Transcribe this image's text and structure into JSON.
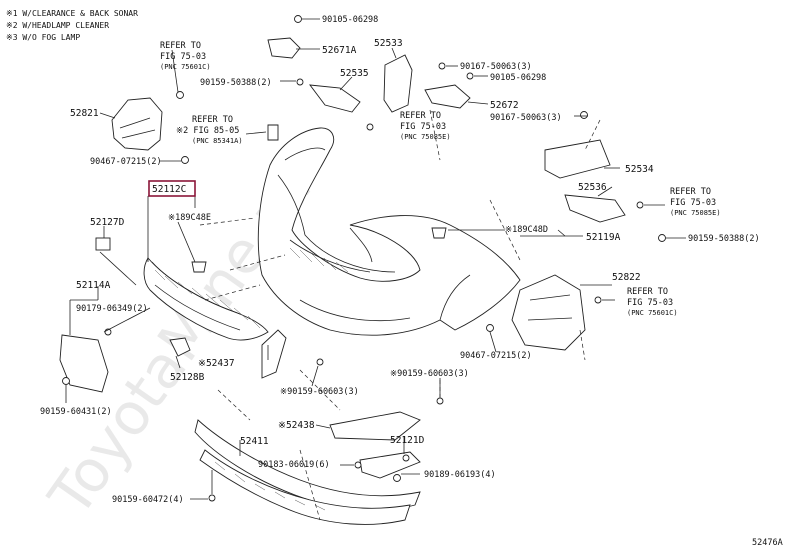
{
  "notes": [
    "※1 W/CLEARANCE & BACK SONAR",
    "※2 W/HEADLAMP CLEANER",
    "※3 W/O FOG LAMP"
  ],
  "watermark": "ToyotaMine.ru",
  "diagram_id": "52476A",
  "parts": {
    "p90105_06298_top": "90105-06298",
    "p52671A": "52671A",
    "p52533": "52533",
    "p90167_50063_3_a": "90167-50063(3)",
    "p90105_06298_b": "90105-06298",
    "p90159_50388_2_a": "90159-50388(2)",
    "p52535": "52535",
    "p52672": "52672",
    "p90167_50063_3_b": "90167-50063(3)",
    "p52821": "52821",
    "p90467_07215_2_a": "90467-07215(2)",
    "p52112C": "52112C",
    "p189C48E": "※189C48E",
    "p52127D": "52127D",
    "p52534": "52534",
    "p52536": "52536",
    "p189C48D": "※189C48D",
    "p52119A": "52119A",
    "p90159_50388_2_b": "90159-50388(2)",
    "p52114A": "52114A",
    "p90179_06349_2": "90179-06349(2)",
    "p52822": "52822",
    "p90467_07215_2_b": "90467-07215(2)",
    "p52437": "※52437",
    "p52128B": "52128B",
    "p90159_60603_3_a": "※90159-60603(3)",
    "p90159_60603_3_b": "※90159-60603(3)",
    "p90159_60431_2": "90159-60431(2)",
    "p52438": "※52438",
    "p52121D": "52121D",
    "p52411": "52411",
    "p90183_06019_6": "90183-06019(6)",
    "p90189_06193_4": "90189-06193(4)",
    "p90159_60472_4": "90159-60472(4)"
  },
  "refs": {
    "r1": [
      "REFER TO",
      "FIG 75-03",
      "(PNC 75601C)"
    ],
    "r2": [
      "REFER TO",
      "※2 FIG 85-05",
      "(PNC 85341A)"
    ],
    "r3": [
      "REFER TO",
      "FIG 75-03",
      "(PNC 75085E)"
    ],
    "r4": [
      "REFER TO",
      "FIG 75-03",
      "(PNC 75085E)"
    ],
    "r5": [
      "REFER TO",
      "FIG 75-03",
      "(PNC 75601C)"
    ]
  }
}
